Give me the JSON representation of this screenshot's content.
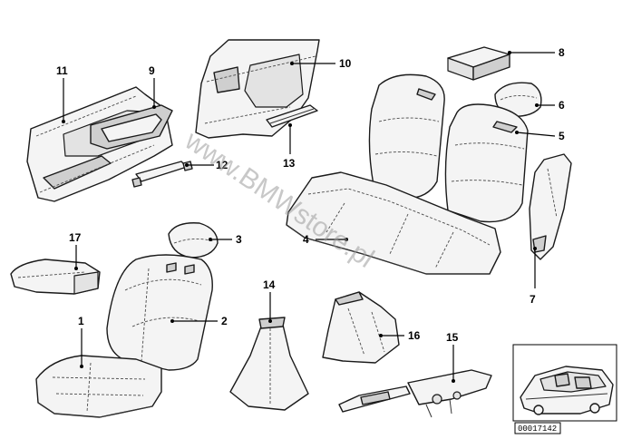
{
  "watermark": "www.BMWstore.pl",
  "reference_code": "00017142",
  "callouts": {
    "n1": "1",
    "n2": "2",
    "n3": "3",
    "n4": "4",
    "n5": "5",
    "n6": "6",
    "n7": "7",
    "n8": "8",
    "n9": "9",
    "n10": "10",
    "n11": "11",
    "n12": "12",
    "n13": "13",
    "n14": "14",
    "n15": "15",
    "n16": "16",
    "n17": "17"
  }
}
